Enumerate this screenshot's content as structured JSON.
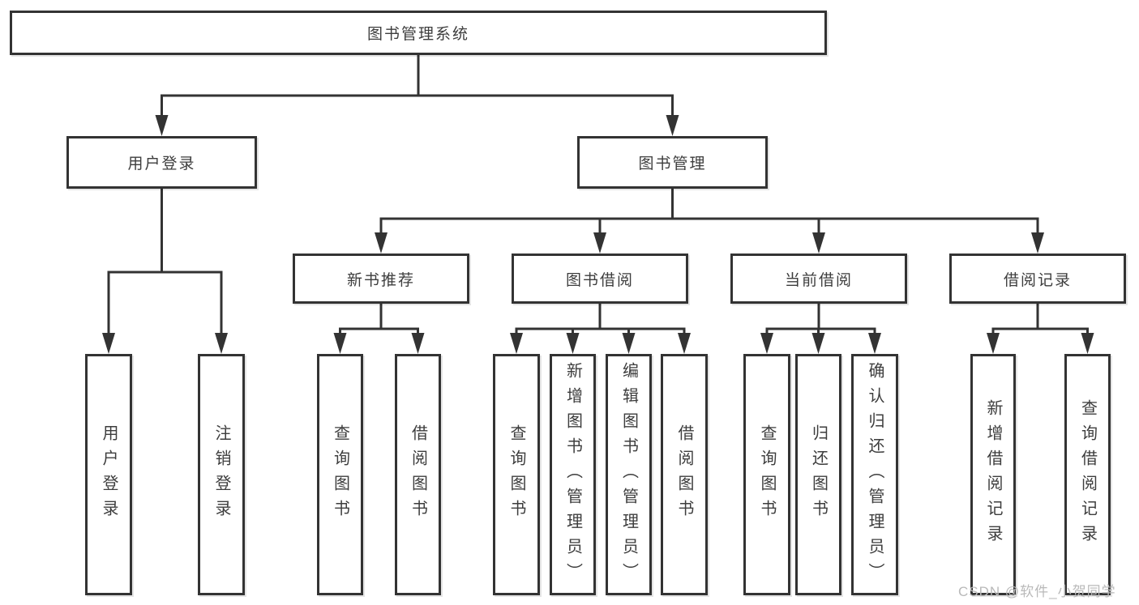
{
  "watermark": "CSDN @软件_小贺同学",
  "colors": {
    "line": "#333333",
    "text": "#3d3d3d",
    "background": "#ffffff",
    "watermark": "#b9b9b9"
  },
  "tree": {
    "root": {
      "label": "图书管理系统"
    },
    "branches": [
      {
        "label": "用户登录",
        "children": [
          {
            "label": "用户登录"
          },
          {
            "label": "注销登录"
          }
        ]
      },
      {
        "label": "图书管理",
        "children": [
          {
            "label": "新书推荐",
            "children": [
              {
                "label": "查询图书"
              },
              {
                "label": "借阅图书"
              }
            ]
          },
          {
            "label": "图书借阅",
            "children": [
              {
                "label": "查询图书"
              },
              {
                "label": "新增图书（管理员）"
              },
              {
                "label": "编辑图书（管理员）"
              },
              {
                "label": "借阅图书"
              }
            ]
          },
          {
            "label": "当前借阅",
            "children": [
              {
                "label": "查询图书"
              },
              {
                "label": "归还图书"
              },
              {
                "label": "确认归还（管理员）"
              }
            ]
          },
          {
            "label": "借阅记录",
            "children": [
              {
                "label": "新增借阅记录"
              },
              {
                "label": "查询借阅记录"
              }
            ]
          }
        ]
      }
    ]
  }
}
